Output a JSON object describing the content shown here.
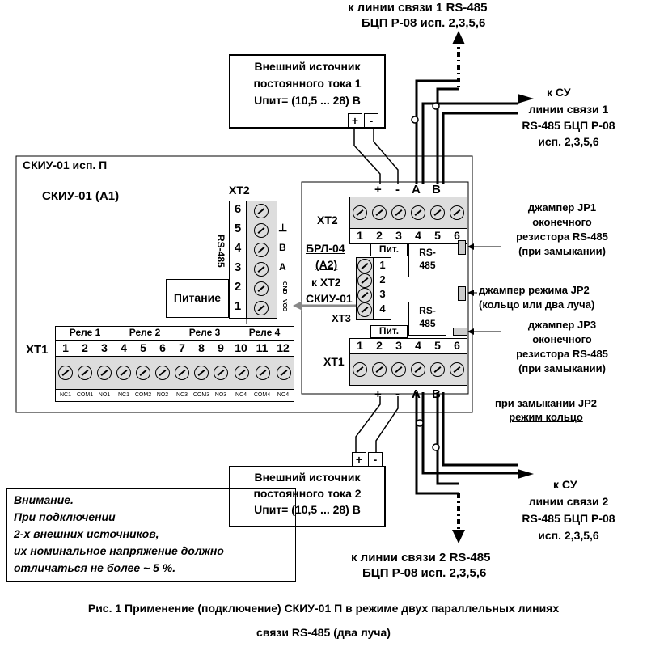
{
  "top_links": {
    "top_line1": "к линии связи 1 RS-485",
    "top_line2": "БЦП Р-08 исп. 2,3,5,6",
    "cy1_l1": "к СУ",
    "cy1_l2": "линии связи 1",
    "cy1_l3": "RS-485 БЦП Р-08",
    "cy1_l4": "исп. 2,3,5,6"
  },
  "psu1": {
    "l1": "Внешний источник",
    "l2": "постоянного тока 1",
    "l3": "Uпит= (10,5 ... 28) В",
    "plus": "+",
    "minus": "-"
  },
  "psu2": {
    "l1": "Внешний источник",
    "l2": "постоянного тока 2",
    "l3": "Uпит= (10,5 ... 28) В",
    "plus": "+",
    "minus": "-"
  },
  "skiu": {
    "title": "СКИУ-01 исп. П",
    "subtitle": "СКИУ-01  (А1)",
    "xt2_label": "ХТ2",
    "xt2_nums": [
      "6",
      "5",
      "4",
      "3",
      "2",
      "1"
    ],
    "rs485": "RS-485",
    "sig_t": "⊥",
    "sig_b": "B",
    "sig_a": "A",
    "sig_vcc": "VCC",
    "sig_gnd": "GND",
    "power": "Питание",
    "xt1_label": "ХТ1",
    "relays": [
      "Реле 1",
      "Реле 2",
      "Реле 3",
      "Реле 4"
    ],
    "xt1_nums": [
      "1",
      "2",
      "3",
      "4",
      "5",
      "6",
      "7",
      "8",
      "9",
      "10",
      "11",
      "12"
    ],
    "relay_pins": [
      "NC1",
      "COM1",
      "NO1",
      "NC1",
      "COM2",
      "NO2",
      "NC3",
      "COM3",
      "NO3",
      "NC4",
      "COM4",
      "NO4"
    ]
  },
  "brl": {
    "l1": "БРЛ-04",
    "l2": "(А2)",
    "l3": "к ХТ2",
    "l4": "СКИУ-01",
    "xt3": "ХТ3",
    "xt3_nums": [
      "1",
      "2",
      "3",
      "4"
    ],
    "top_signs": [
      "+",
      "-",
      "A",
      "B"
    ],
    "xt2_label": "ХТ2",
    "xt2_nums": [
      "1",
      "2",
      "3",
      "4",
      "5",
      "6"
    ],
    "pit1": "Пит.",
    "rs1a": "RS-",
    "rs1b": "485",
    "rs2a": "RS-",
    "rs2b": "485",
    "pit2": "Пит.",
    "xt1_label": "ХТ1",
    "xt1_nums": [
      "1",
      "2",
      "3",
      "4",
      "5",
      "6"
    ],
    "bot_signs": [
      "+",
      "-",
      "A",
      "B"
    ]
  },
  "jumpers": {
    "jp1_l1": "джампер JP1",
    "jp1_l2": "оконечного",
    "jp1_l3": "резистора RS-485",
    "jp1_l4": "(при замыкании)",
    "jp2_l1": "джампер режима JP2",
    "jp2_l2": "(кольцо или два луча)",
    "jp3_l1": "джампер JP3",
    "jp3_l2": "оконечного",
    "jp3_l3": "резистора RS-485",
    "jp3_l4": "(при замыкании)",
    "ring_l1": "при замыкании JP2",
    "ring_l2": "режим кольцо"
  },
  "bottom_links": {
    "cy2_l1": "к СУ",
    "cy2_l2": "линии связи 2",
    "cy2_l3": "RS-485 БЦП Р-08",
    "cy2_l4": "исп. 2,3,5,6",
    "bot_line1": "к линии связи 2 RS-485",
    "bot_line2": "БЦП Р-08 исп. 2,3,5,6"
  },
  "warning": {
    "l1": "Внимание.",
    "l2": "При подключении",
    "l3": "2-х внешних источников,",
    "l4": "их номинальное напряжение должно",
    "l5": "отличаться не более ~ 5 %."
  },
  "caption": {
    "l1": "Рис. 1 Применение (подключение) СКИУ-01 П в режиме двух параллельных линиях",
    "l2": "связи RS-485 (два луча)"
  }
}
